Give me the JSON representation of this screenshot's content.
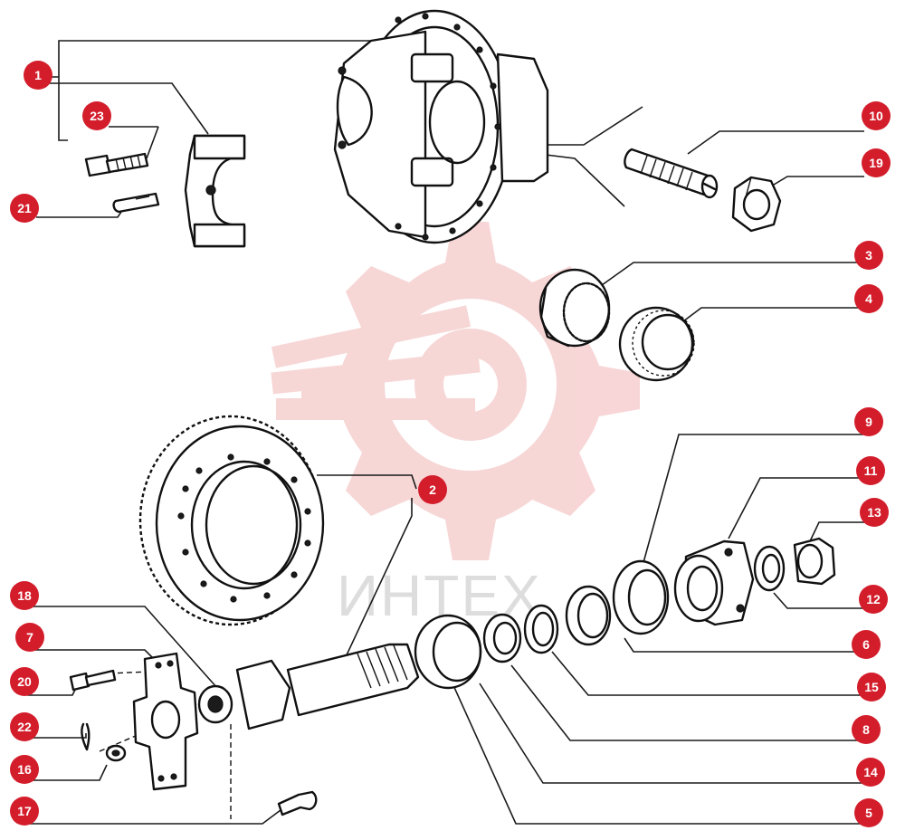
{
  "watermark": {
    "text": "ИНТЕХ",
    "color": "#f2b5b6"
  },
  "callout_color": "#d31d2b",
  "callouts": [
    {
      "id": "c1",
      "label": "1"
    },
    {
      "id": "c23",
      "label": "23"
    },
    {
      "id": "c21",
      "label": "21"
    },
    {
      "id": "c10",
      "label": "10"
    },
    {
      "id": "c19",
      "label": "19"
    },
    {
      "id": "c3",
      "label": "3"
    },
    {
      "id": "c4",
      "label": "4"
    },
    {
      "id": "c9",
      "label": "9"
    },
    {
      "id": "c2",
      "label": "2"
    },
    {
      "id": "c11",
      "label": "11"
    },
    {
      "id": "c13",
      "label": "13"
    },
    {
      "id": "c18",
      "label": "18"
    },
    {
      "id": "c12",
      "label": "12"
    },
    {
      "id": "c7",
      "label": "7"
    },
    {
      "id": "c6",
      "label": "6"
    },
    {
      "id": "c20",
      "label": "20"
    },
    {
      "id": "c15",
      "label": "15"
    },
    {
      "id": "c22",
      "label": "22"
    },
    {
      "id": "c8",
      "label": "8"
    },
    {
      "id": "c16",
      "label": "16"
    },
    {
      "id": "c14",
      "label": "14"
    },
    {
      "id": "c17",
      "label": "17"
    },
    {
      "id": "c5",
      "label": "5"
    }
  ]
}
